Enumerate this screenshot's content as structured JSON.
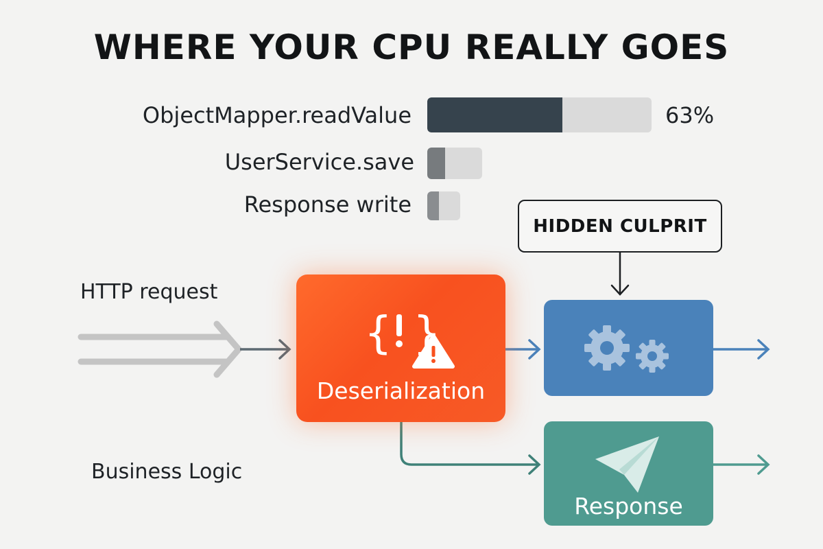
{
  "title": "WHERE YOUR CPU REALLY GOES",
  "bars": [
    {
      "label": "ObjectMapper.readValue",
      "value_label": "63%",
      "fill_fraction": 0.6
    },
    {
      "label": "UserService.save",
      "value_label": "",
      "fill_fraction": 0.3
    },
    {
      "label": "Response write",
      "value_label": "",
      "fill_fraction": 0.35
    }
  ],
  "callout": "HIDDEN CULPRIT",
  "flow": {
    "input_label": "HTTP request",
    "business_label": "Business Logic",
    "deserialization_label": "Deserialization",
    "response_label": "Response"
  },
  "colors": {
    "bar_fill_main": "#36434d",
    "bar_fill_small": "#777b7e",
    "deserialization": "#f8511f",
    "business_logic": "#4a82ba",
    "response": "#4f9b90"
  },
  "icons": {
    "deserialization": "braces-warning-icon",
    "business_logic": "gears-icon",
    "response": "paper-plane-icon"
  }
}
